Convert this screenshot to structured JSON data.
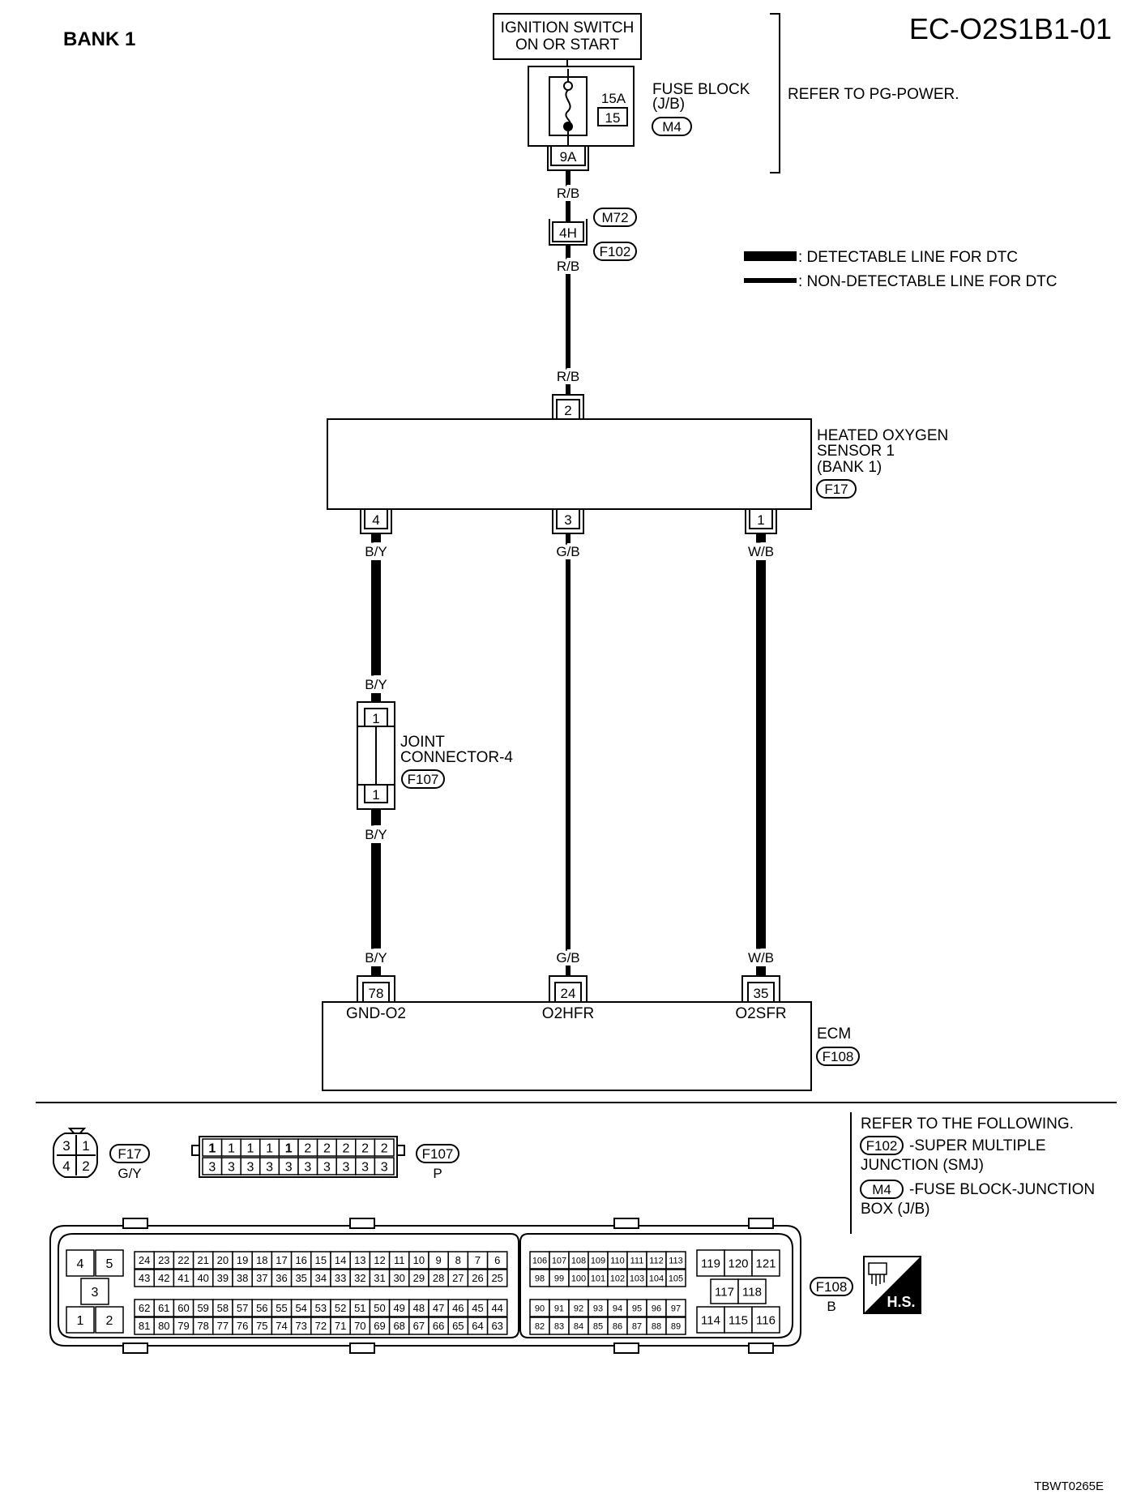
{
  "diagram": {
    "bank_label": "BANK 1",
    "diagram_code": "EC-O2S1B1-01",
    "footer_code": "TBWT0265E",
    "ignition": {
      "line1": "IGNITION SWITCH",
      "line2": "ON OR START"
    },
    "fuse_block": {
      "amps": "15A",
      "number": "15",
      "terminal": "9A",
      "line1": "FUSE BLOCK",
      "line2": "(J/B)",
      "connector": "M4"
    },
    "refer_power": "REFER TO PG-POWER.",
    "smj": {
      "terminal": "4H",
      "connector_top": "M72",
      "connector_bottom": "F102"
    },
    "legend": {
      "detectable": ": DETECTABLE LINE FOR DTC",
      "non_detectable": ": NON-DETECTABLE LINE FOR DTC"
    },
    "wire_colors": {
      "power": "R/B",
      "ground": "B/Y",
      "signal_hfr": "G/B",
      "signal_sfr": "W/B"
    },
    "sensor": {
      "line1": "HEATED OXYGEN",
      "line2": "SENSOR 1",
      "line3": "(BANK 1)",
      "connector": "F17",
      "pin_power": "2",
      "pin_ground": "4",
      "pin_hfr": "3",
      "pin_sfr": "1"
    },
    "joint": {
      "line1": "JOINT",
      "line2": "CONNECTOR-4",
      "connector": "F107",
      "pin_top": "1",
      "pin_bottom": "1"
    },
    "ecm": {
      "label": "ECM",
      "connector": "F108",
      "pins": {
        "ground": "78",
        "hfr": "24",
        "sfr": "35"
      },
      "signals": {
        "ground": "GND-O2",
        "hfr": "O2HFR",
        "sfr": "O2SFR"
      }
    },
    "refer_following": {
      "title": "REFER TO THE FOLLOWING.",
      "item1_connector": "F102",
      "item1_text": "-SUPER MULTIPLE",
      "item1_text2": "JUNCTION (SMJ)",
      "item2_connector": "M4",
      "item2_text": "-FUSE BLOCK-JUNCTION",
      "item2_text2": "BOX (J/B)"
    },
    "connector_faces": {
      "f17": {
        "id": "F17",
        "color": "G/Y",
        "pins": [
          "3",
          "1",
          "4",
          "2"
        ]
      },
      "f107": {
        "id": "F107",
        "color": "P",
        "top": [
          "1",
          "1",
          "1",
          "1",
          "1",
          "2",
          "2",
          "2",
          "2",
          "2"
        ],
        "bottom": [
          "3",
          "3",
          "3",
          "3",
          "3",
          "3",
          "3",
          "3",
          "3",
          "3"
        ]
      },
      "f108": {
        "id": "F108",
        "color": "B",
        "left_block": [
          "4",
          "5",
          "3",
          "1",
          "2"
        ],
        "row1": [
          "24",
          "23",
          "22",
          "21",
          "20",
          "19",
          "18",
          "17",
          "16",
          "15",
          "14",
          "13",
          "12",
          "11",
          "10",
          "9",
          "8",
          "7",
          "6"
        ],
        "row2": [
          "43",
          "42",
          "41",
          "40",
          "39",
          "38",
          "37",
          "36",
          "35",
          "34",
          "33",
          "32",
          "31",
          "30",
          "29",
          "28",
          "27",
          "26",
          "25"
        ],
        "row3": [
          "62",
          "61",
          "60",
          "59",
          "58",
          "57",
          "56",
          "55",
          "54",
          "53",
          "52",
          "51",
          "50",
          "49",
          "48",
          "47",
          "46",
          "45",
          "44"
        ],
        "row4": [
          "81",
          "80",
          "79",
          "78",
          "77",
          "76",
          "75",
          "74",
          "73",
          "72",
          "71",
          "70",
          "69",
          "68",
          "67",
          "66",
          "65",
          "64",
          "63"
        ],
        "mid_row1": [
          "106",
          "107",
          "108",
          "109",
          "110",
          "111",
          "112",
          "113"
        ],
        "mid_row2": [
          "98",
          "99",
          "100",
          "101",
          "102",
          "103",
          "104",
          "105"
        ],
        "mid_row3": [
          "90",
          "91",
          "92",
          "93",
          "94",
          "95",
          "96",
          "97"
        ],
        "mid_row4": [
          "82",
          "83",
          "84",
          "85",
          "86",
          "87",
          "88",
          "89"
        ],
        "right_block": [
          "119",
          "120",
          "121",
          "117",
          "118",
          "114",
          "115",
          "116"
        ]
      }
    },
    "hs_badge": "H.S."
  }
}
